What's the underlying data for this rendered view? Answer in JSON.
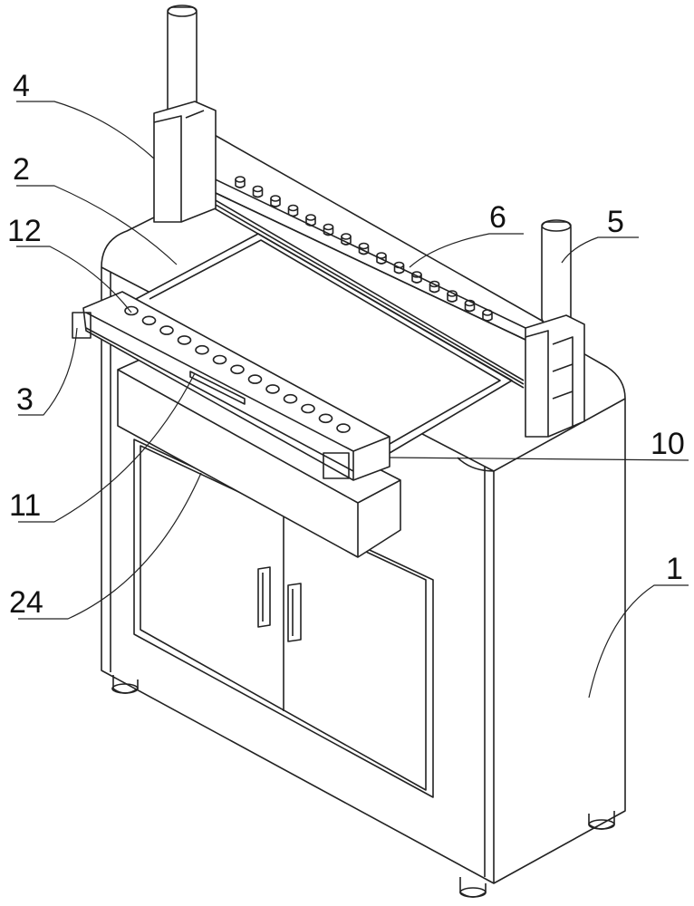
{
  "figure": {
    "line_color": "#222222",
    "labels": [
      {
        "id": "label-4",
        "text": "4"
      },
      {
        "id": "label-2",
        "text": "2"
      },
      {
        "id": "label-12",
        "text": "12"
      },
      {
        "id": "label-3",
        "text": "3"
      },
      {
        "id": "label-11",
        "text": "11"
      },
      {
        "id": "label-24",
        "text": "24"
      },
      {
        "id": "label-6",
        "text": "6"
      },
      {
        "id": "label-5",
        "text": "5"
      },
      {
        "id": "label-10",
        "text": "10"
      },
      {
        "id": "label-1",
        "text": "1"
      }
    ]
  }
}
